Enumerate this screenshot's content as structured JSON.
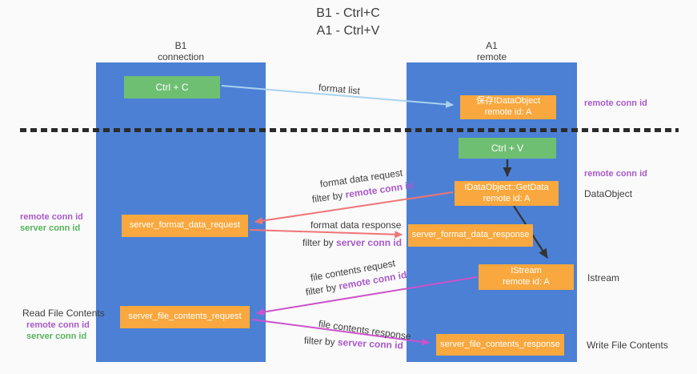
{
  "title": {
    "line1": "B1 - Ctrl+C",
    "line2": "A1 - Ctrl+V"
  },
  "columns": {
    "left": {
      "name": "B1",
      "subtitle": "connection"
    },
    "right": {
      "name": "A1",
      "subtitle": "remote"
    }
  },
  "boxes": {
    "ctrl_c": "Ctrl + C",
    "ctrl_v": "Ctrl + V",
    "save_dataobject": {
      "line1": "保存IDataObject",
      "line2": "remote id: A"
    },
    "getdata": {
      "line1": "IDataObject::GetData",
      "line2": "remote id: A"
    },
    "istream": {
      "line1": "IStream",
      "line2": "remote id: A"
    },
    "format_request": "server_format_data_request",
    "format_response": "server_format_data_response",
    "file_request": "server_file_contents_request",
    "file_response": "server_file_contents_response"
  },
  "arrow_labels": {
    "format_list": "format list",
    "format_data_request": "format data request",
    "format_data_response": "format data response",
    "file_contents_request": "file contents request",
    "file_contents_response": "file contents response",
    "filter_by": "filter by",
    "remote_conn_id": "remote conn id",
    "server_conn_id": "server conn id"
  },
  "side_labels": {
    "remote_conn_id_top": "remote conn id",
    "remote_conn_id_mid": "remote conn id",
    "dataobject": "DataObject",
    "istream": "Istream",
    "write_file_contents": "Write File Contents",
    "read_file_contents": "Read File Contents",
    "left_remote_conn_id": "remote conn id",
    "left_server_conn_id": "server conn id",
    "bottom_remote_conn_id": "remote conn id",
    "bottom_server_conn_id": "server conn id"
  },
  "colors": {
    "column_blue": "#4b80d5",
    "box_green": "#6fbf73",
    "box_orange": "#f8a83e",
    "remote_conn_id_purple": "#a85ac8",
    "server_conn_id_green": "#57b35c",
    "request_arrow_red": "#ef7576",
    "file_arrow_magenta": "#cc52cc",
    "format_list_arrow_blue": "#a8d2ee",
    "black_arrow": "#333333"
  }
}
